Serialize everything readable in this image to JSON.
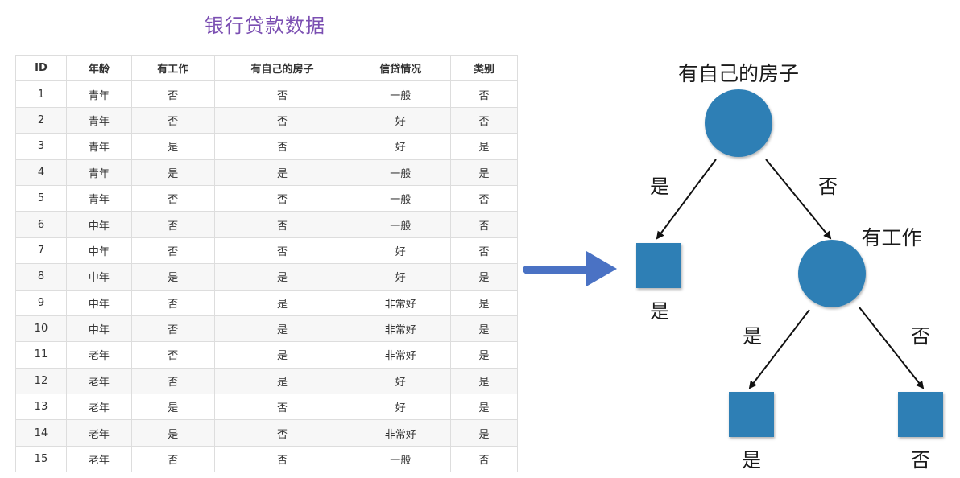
{
  "table_title": "银行贷款数据",
  "table": {
    "headers": [
      "ID",
      "年龄",
      "有工作",
      "有自己的房子",
      "信贷情况",
      "类别"
    ],
    "rows": [
      [
        "1",
        "青年",
        "否",
        "否",
        "一般",
        "否"
      ],
      [
        "2",
        "青年",
        "否",
        "否",
        "好",
        "否"
      ],
      [
        "3",
        "青年",
        "是",
        "否",
        "好",
        "是"
      ],
      [
        "4",
        "青年",
        "是",
        "是",
        "一般",
        "是"
      ],
      [
        "5",
        "青年",
        "否",
        "否",
        "一般",
        "否"
      ],
      [
        "6",
        "中年",
        "否",
        "否",
        "一般",
        "否"
      ],
      [
        "7",
        "中年",
        "否",
        "否",
        "好",
        "否"
      ],
      [
        "8",
        "中年",
        "是",
        "是",
        "好",
        "是"
      ],
      [
        "9",
        "中年",
        "否",
        "是",
        "非常好",
        "是"
      ],
      [
        "10",
        "中年",
        "否",
        "是",
        "非常好",
        "是"
      ],
      [
        "11",
        "老年",
        "否",
        "是",
        "非常好",
        "是"
      ],
      [
        "12",
        "老年",
        "否",
        "是",
        "好",
        "是"
      ],
      [
        "13",
        "老年",
        "是",
        "否",
        "好",
        "是"
      ],
      [
        "14",
        "老年",
        "是",
        "否",
        "非常好",
        "是"
      ],
      [
        "15",
        "老年",
        "否",
        "否",
        "一般",
        "否"
      ]
    ]
  },
  "tree": {
    "root": {
      "label": "有自己的房子",
      "yes_edge": "是",
      "no_edge": "否",
      "yes_leaf": "是",
      "no_child": {
        "label": "有工作",
        "yes_edge": "是",
        "no_edge": "否",
        "yes_leaf": "是",
        "no_leaf": "否"
      }
    }
  },
  "colors": {
    "title": "#7b4fb2",
    "node_fill": "#2f7fb5",
    "arrow_fill": "#4a72c4",
    "edge": "#111111"
  }
}
